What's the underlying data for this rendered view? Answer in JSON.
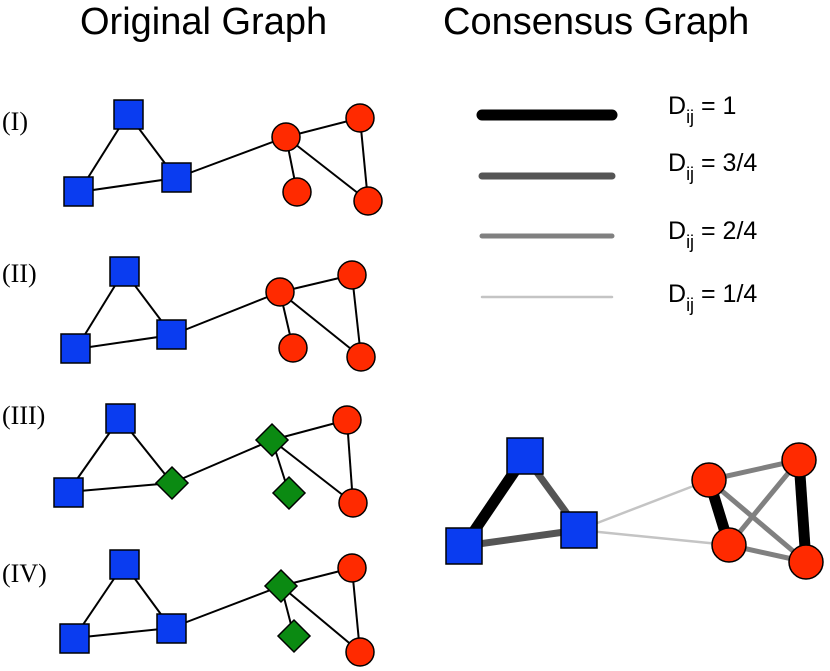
{
  "titles": {
    "left": "Original Graph",
    "right": "Consensus Graph"
  },
  "graphs": [
    {
      "label": "(I)",
      "variant": "I"
    },
    {
      "label": "(II)",
      "variant": "II"
    },
    {
      "label": "(III)",
      "variant": "III"
    },
    {
      "label": "(IV)",
      "variant": "IV"
    }
  ],
  "legend": [
    {
      "base": "D",
      "sub": "ij",
      "eq": " = 1",
      "weight": 1.0,
      "color": "#000000"
    },
    {
      "base": "D",
      "sub": "ij",
      "eq": " = 3/4",
      "weight": 0.75,
      "color": "#555555"
    },
    {
      "base": "D",
      "sub": "ij",
      "eq": " = 2/4",
      "weight": 0.5,
      "color": "#808080"
    },
    {
      "base": "D",
      "sub": "ij",
      "eq": " = 1/4",
      "weight": 0.25,
      "color": "#c4c4c4"
    }
  ],
  "colors": {
    "square": "#0a3cf0",
    "circle": "#ff2a00",
    "diamond": "#0b8a12",
    "edge": "#000000"
  }
}
